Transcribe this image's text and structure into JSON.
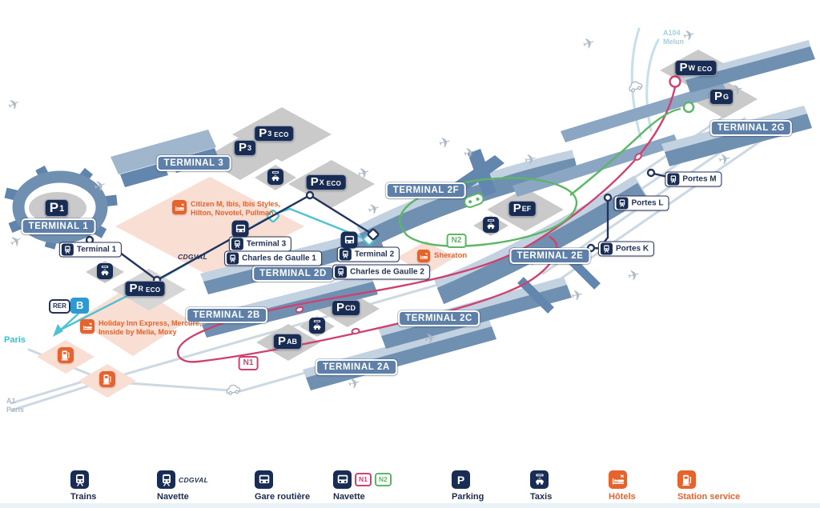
{
  "colors": {
    "navy": "#182c54",
    "terminal_blue": "#5e80a8",
    "teal": "#4fc2d1",
    "pink": "#cf4270",
    "green": "#5cb765",
    "orange": "#e7632e",
    "rer_blue": "#2e9ad2",
    "building": "#7090b2",
    "road": "#ccd9e2",
    "zone_pink": "#f9ded4",
    "zone_gray": "#cacaca"
  },
  "icons": {
    "airplane": "✈"
  },
  "terminals": [
    {
      "label": "TERMINAL 1"
    },
    {
      "label": "TERMINAL 3"
    },
    {
      "label": "TERMINAL 2A"
    },
    {
      "label": "TERMINAL 2B"
    },
    {
      "label": "TERMINAL 2C"
    },
    {
      "label": "TERMINAL 2D"
    },
    {
      "label": "TERMINAL 2E"
    },
    {
      "label": "TERMINAL 2F"
    },
    {
      "label": "TERMINAL 2G"
    }
  ],
  "parkings": [
    {
      "letter": "P",
      "sub": "1",
      "eco": ""
    },
    {
      "letter": "P",
      "sub": "3",
      "eco": ""
    },
    {
      "letter": "P",
      "sub": "3",
      "eco": "ECO"
    },
    {
      "letter": "P",
      "sub": "X",
      "eco": "ECO"
    },
    {
      "letter": "P",
      "sub": "R",
      "eco": "ECO"
    },
    {
      "letter": "P",
      "sub": "W",
      "eco": "ECO"
    },
    {
      "letter": "P",
      "sub": "G",
      "eco": ""
    },
    {
      "letter": "P",
      "sub": "EF",
      "eco": ""
    },
    {
      "letter": "P",
      "sub": "CD",
      "eco": ""
    },
    {
      "letter": "P",
      "sub": "AB",
      "eco": ""
    }
  ],
  "stations": [
    {
      "label": "Terminal 1"
    },
    {
      "label": "Terminal 3"
    },
    {
      "label": "Charles de Gaulle 1"
    },
    {
      "label": "Terminal 2"
    },
    {
      "label": "Charles de Gaulle 2"
    },
    {
      "label": "Portes M"
    },
    {
      "label": "Portes L"
    },
    {
      "label": "Portes K"
    }
  ],
  "shuttles": [
    {
      "label": "N1"
    },
    {
      "label": "N2"
    }
  ],
  "hotels": [
    {
      "name": "Citizen M,  Ibis, Ibis Styles,\nHilton, Novotel, Pullman"
    },
    {
      "name": "Holiday Inn Express, Mercure,\nInnside by Melia, Moxy"
    },
    {
      "name": "Sheraton"
    }
  ],
  "transit": {
    "rer": "RER",
    "line_b": "B",
    "paris": "Paris",
    "cdgval": "CDGVAL"
  },
  "roads": {
    "a104": "A104\nMelun",
    "a1": "A1\nParis"
  },
  "legend": {
    "items": [
      {
        "label": "Trains"
      },
      {
        "label": "Navette"
      },
      {
        "label": "Gare routière"
      },
      {
        "label": "Navette"
      },
      {
        "label": "Parking",
        "p": "P"
      },
      {
        "label": "Taxis"
      },
      {
        "label": "Hôtels"
      },
      {
        "label": "Station service"
      }
    ]
  }
}
